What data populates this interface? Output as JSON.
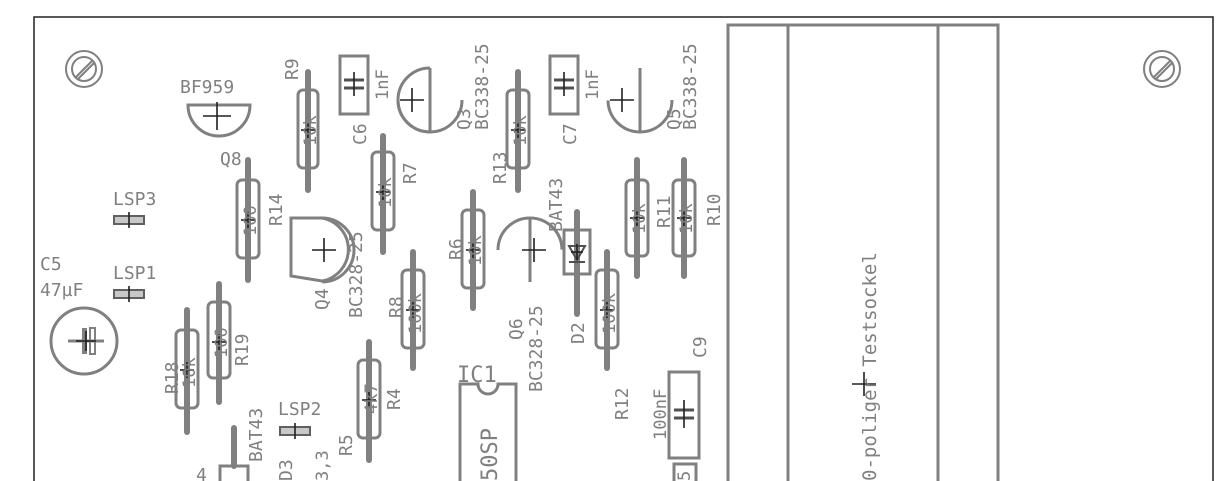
{
  "labels": {
    "bf959": "BF959",
    "q8": "Q8",
    "lsp3": "LSP3",
    "lsp1": "LSP1",
    "lsp2": "LSP2",
    "c5": "C5",
    "c5_val": "47µF",
    "r9": "R9",
    "r9_val": "10k",
    "c6": "C6",
    "c6_val": "1nF",
    "q3": "Q3",
    "q3_type": "BC338-25",
    "r14": "R14",
    "r14_val": "100",
    "r7": "R7",
    "r7_val": "10k",
    "q4": "Q4",
    "q4_type": "BC328-25",
    "r18": "R18",
    "r18_val": "10k",
    "r19": "R19",
    "r19_val": "100",
    "r8": "R8",
    "r8_val": "100k",
    "r4": "R4",
    "r4_val": "4k7",
    "r5": "R5",
    "r5_val": "3,3",
    "d3": "D3",
    "bat43_left": "BAT43",
    "r13": "R13",
    "r13_val": "10k",
    "c7": "C7",
    "c7_val": "1nF",
    "q5": "Q5",
    "q5_type": "BC338-25",
    "r6": "R6",
    "r6_val": "10k",
    "q6": "Q6",
    "q6_type": "BC328-25",
    "bat43_right": "BAT43",
    "d2": "D2",
    "r11": "R11",
    "r11_val": "10k",
    "r10": "R10",
    "r10_val": "10k",
    "r12": "R12",
    "r12_val": "100k",
    "c9": "C9",
    "c9_val": "100nF",
    "ic1": "IC1",
    "ic1_part": "50SP",
    "socket": "0-poliger Testsockel",
    "c_bottom": "5"
  }
}
